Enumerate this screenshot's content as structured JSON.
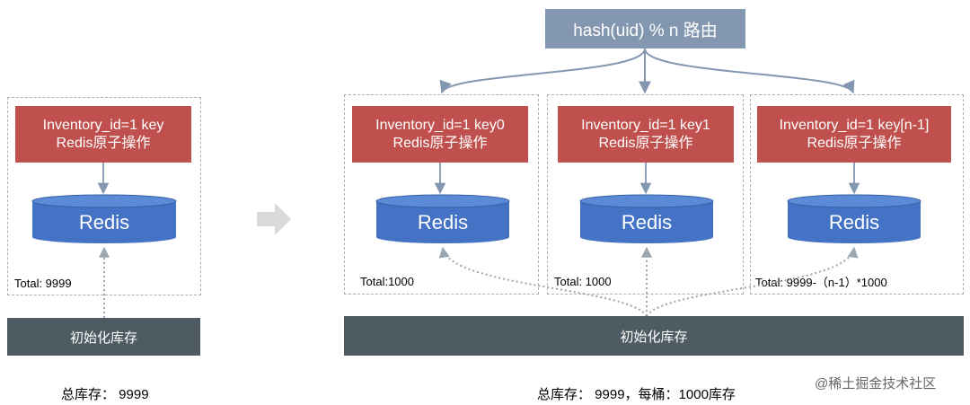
{
  "router": {
    "label": "hash(uid) % n 路由"
  },
  "left": {
    "key_line1": "Inventory_id=1 key",
    "key_line2": "Redis原子操作",
    "redis_label": "Redis",
    "total": "Total: 9999",
    "init_bar": "初始化库存",
    "summary": "总库存： 9999"
  },
  "shards": [
    {
      "key_line1": "Inventory_id=1 key0",
      "key_line2": "Redis原子操作",
      "redis_label": "Redis",
      "total": "Total:1000"
    },
    {
      "key_line1": "Inventory_id=1 key1",
      "key_line2": "Redis原子操作",
      "redis_label": "Redis",
      "total": "Total: 1000"
    },
    {
      "key_line1": "Inventory_id=1 key[n-1]",
      "key_line2": "Redis原子操作",
      "redis_label": "Redis",
      "total": "Total: 9999-（n-1）*1000"
    }
  ],
  "right": {
    "init_bar": "初始化库存",
    "summary": "总库存： 9999，每桶：1000库存"
  },
  "watermark": "@稀土掘金技术社区",
  "colors": {
    "key_box": "#c0504d",
    "redis": "#4472c4",
    "router": "#8497b0",
    "init_bar": "#4f5b62",
    "arrow": "#8497b0",
    "transition_arrow": "#d9d9d9"
  }
}
